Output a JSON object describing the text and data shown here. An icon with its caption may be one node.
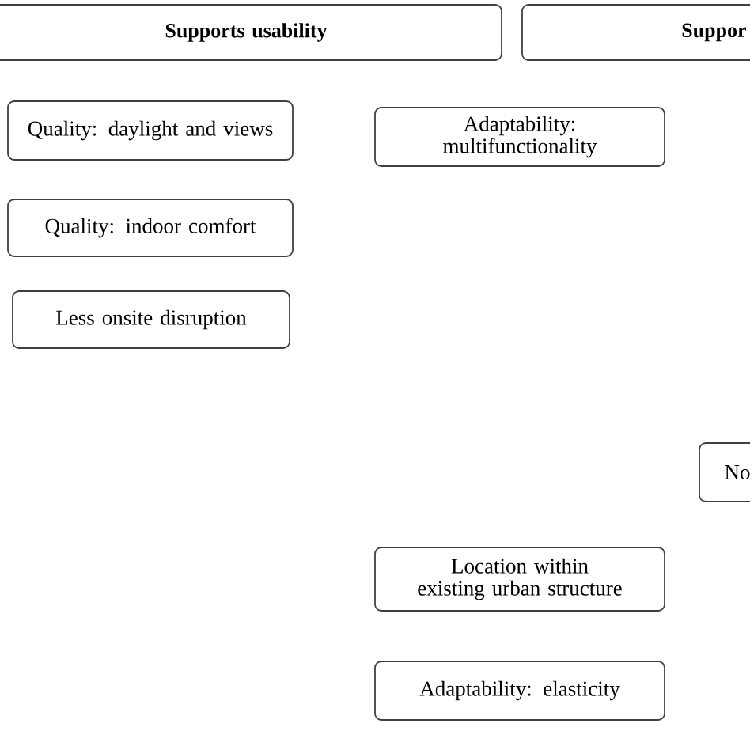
{
  "diagram": {
    "nodes": [
      {
        "text": [
          "Supports usability"
        ]
      },
      {
        "text": [
          "Suppor"
        ]
      },
      {
        "text": [
          "Quality: daylight and views"
        ]
      },
      {
        "text": [
          "Adaptability: multifunctionality"
        ]
      },
      {
        "text": [
          "Quality: indoor comfort"
        ]
      },
      {
        "text": [
          "Less onsite disruption"
        ]
      },
      {
        "text": [
          "No"
        ]
      },
      {
        "text": [
          "Location within existing urban structure"
        ]
      },
      {
        "text": [
          "Adaptability: elasticity"
        ]
      }
    ]
  }
}
